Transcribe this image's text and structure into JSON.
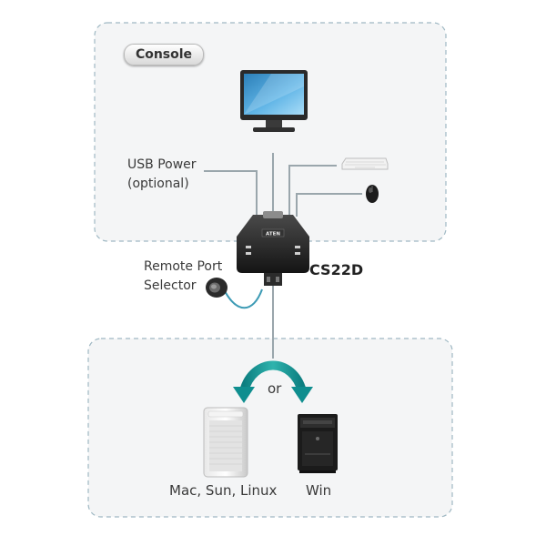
{
  "console": {
    "label": "Console"
  },
  "usb_power": {
    "line1": "USB Power",
    "line2": "(optional)"
  },
  "switch": {
    "model": "CS22D",
    "brand": "ATEN"
  },
  "remote_selector": {
    "line1": "Remote Port",
    "line2": "Selector"
  },
  "choice": {
    "connector": "or"
  },
  "computers": [
    {
      "label": "Mac, Sun, Linux"
    },
    {
      "label": "Win"
    }
  ],
  "colors": {
    "dashed_border": "#9fb8c3",
    "panel_bg": "#f4f5f6",
    "cable": "#9aa6ac",
    "remote_cable": "#3d9bb5",
    "arrow_teal": "#0f8e8f"
  },
  "icons": [
    "monitor-icon",
    "keyboard-icon",
    "mouse-icon",
    "kvm-switch-icon",
    "remote-selector-icon",
    "mac-pro-tower-icon",
    "windows-tower-icon"
  ]
}
